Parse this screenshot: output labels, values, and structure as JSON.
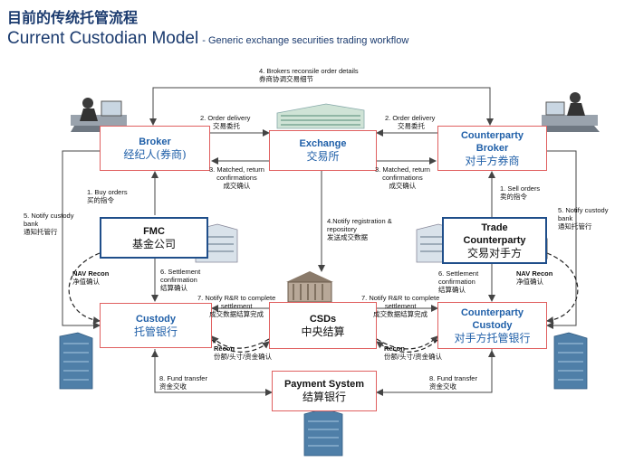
{
  "header": {
    "title_cn": "目前的传统托管流程",
    "title_en": "Current Custodian Model",
    "subtitle": "- Generic exchange securities trading workflow"
  },
  "nodes": {
    "broker": {
      "en": "Broker",
      "cn": "经纪人(券商)"
    },
    "exchange": {
      "en": "Exchange",
      "cn": "交易所"
    },
    "cp_broker": {
      "en": "Counterparty Broker",
      "cn": "对手方券商"
    },
    "fmc": {
      "en": "FMC",
      "cn": "基金公司"
    },
    "trade_cp": {
      "en": "Trade Counterparty",
      "cn": "交易对手方"
    },
    "custody": {
      "en": "Custody",
      "cn": "托管银行"
    },
    "csds": {
      "en": "CSDs",
      "cn": "中央结算"
    },
    "cp_custody": {
      "en": "Counterparty Custody",
      "cn": "对手方托管银行"
    },
    "payment": {
      "en": "Payment System",
      "cn": "结算银行"
    }
  },
  "labels": {
    "s4_reconcile": [
      "4. Brokers reconsile order details",
      "券商协调交易细节"
    ],
    "s2_left": [
      "2. Order delivery",
      "交易委托"
    ],
    "s2_right": [
      "2. Order delivery",
      "交易委托"
    ],
    "s3_left": [
      "3. Matched, return",
      "confirmations",
      "成交确认"
    ],
    "s3_right": [
      "3. Matched, return",
      "confirmations",
      "成交确认"
    ],
    "s1_buy": [
      "1. Buy orders",
      "买的指令"
    ],
    "s1_sell": [
      "1. Sell orders",
      "卖的指令"
    ],
    "s5_left": [
      "5. Notify custody",
      "bank",
      "通知托管行"
    ],
    "s5_right": [
      "5. Notify custody",
      "bank",
      "通知托管行"
    ],
    "s4_notify": [
      "4.Notify registration &",
      "repository",
      "发送成交数据"
    ],
    "s6_left": [
      "6. Settlement",
      "confirmation",
      "结算确认"
    ],
    "s6_right": [
      "6. Settlement",
      "confirmation",
      "结算确认"
    ],
    "nav_left": [
      "NAV Recon",
      "净值确认"
    ],
    "nav_right": [
      "NAV Recon",
      "净值确认"
    ],
    "s7_left": [
      "7. Notify R&R to complete",
      "settlement",
      "成交数据结算完成"
    ],
    "s7_right": [
      "7. Notify R&R to complete",
      "settlement",
      "成交数据结算完成"
    ],
    "recon_left": [
      "Recon",
      "份额/头寸/资金确认"
    ],
    "recon_right": [
      "Recon",
      "份额/头寸/资金确认"
    ],
    "s8_left": [
      "8. Fund transfer",
      "资金交收"
    ],
    "s8_right": [
      "8. Fund transfer",
      "资金交收"
    ]
  },
  "colors": {
    "title": "#1a3a6e",
    "node_text": "#1f5fa8",
    "box_border_red": "#e06060",
    "box_border_blue": "#1f4e8a",
    "arrow": "#444444"
  },
  "icons": [
    "person-at-computer-icon",
    "office-building-icon",
    "calculator-icon",
    "bank-building-icon",
    "tower-building-icon"
  ]
}
